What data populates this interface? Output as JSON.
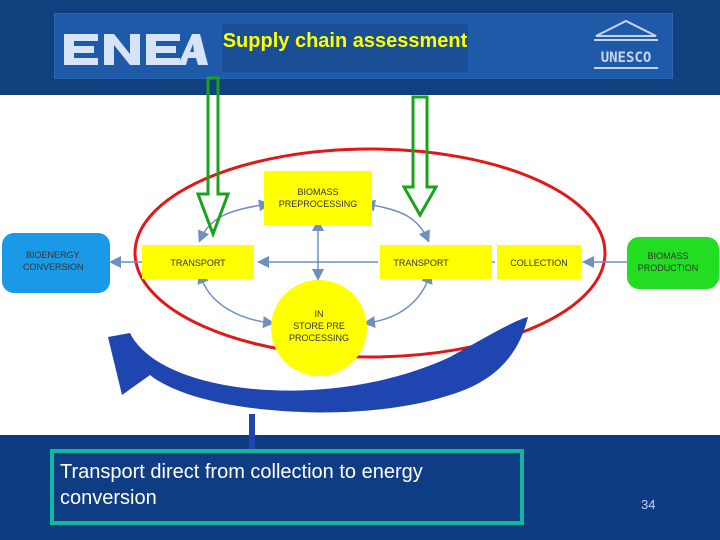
{
  "header": {
    "title": "Supply chain assessment"
  },
  "logos": {
    "left": "ENEA",
    "right": "UNESCO"
  },
  "diagram": {
    "nodes": {
      "bioenergy_conversion": [
        "BIOENERGY",
        "CONVERSION"
      ],
      "transport_left": [
        "TRANSPORT"
      ],
      "biomass_preprocessing": [
        "BIOMASS",
        "PREPROCESSING"
      ],
      "transport_right": [
        "TRANSPORT"
      ],
      "collection": [
        "COLLECTION"
      ],
      "biomass_production": [
        "BIOMASS",
        "PRODUCTION"
      ],
      "in_store_pre_processing": [
        "IN",
        "STORE PRE",
        "PROCESSING"
      ]
    },
    "colors": {
      "yellow": "#ffff00",
      "blue_box": "#1a9ae6",
      "green_box": "#22dd22",
      "red_ellipse": "#e01818",
      "green_arrow": "#1aa31a",
      "blue_arrow": "#1f45b0",
      "connector": "#6d8fc4"
    }
  },
  "callout": {
    "text": "Transport direct from collection to energy conversion"
  },
  "footer": {
    "page_number": "34"
  }
}
